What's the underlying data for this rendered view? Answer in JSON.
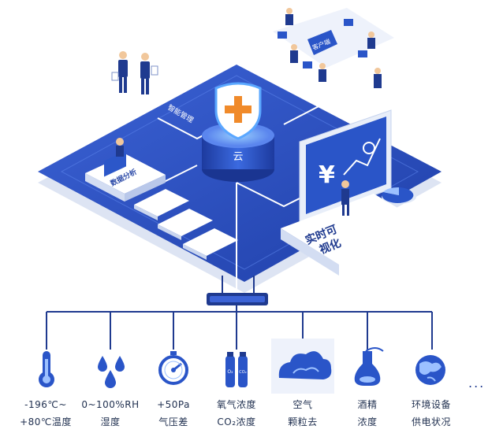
{
  "hub": {
    "cloud_label": "云",
    "panel_left_label": "数据分析",
    "panel_right_label": "实时可视化",
    "path_label": "智能管理",
    "room_sign": "客户端",
    "currency_symbol": "¥"
  },
  "sensors": [
    {
      "id": "temperature",
      "icon": "thermometer-icon",
      "line1": "-196℃~",
      "line2": "+80℃温度"
    },
    {
      "id": "humidity",
      "icon": "water-drops-icon",
      "line1": "0~100%RH",
      "line2": "湿度"
    },
    {
      "id": "pressure",
      "icon": "gauge-icon",
      "line1": "+50Pa",
      "line2": "气压差"
    },
    {
      "id": "gas",
      "icon": "gas-cylinder-icon",
      "line1": "氧气浓度",
      "line2": "CO₂浓度",
      "cyl_left": "O₂",
      "cyl_right": "CO₂"
    },
    {
      "id": "air",
      "icon": "cloud-icon",
      "line1": "空气",
      "line2": "颗粒去"
    },
    {
      "id": "alcohol",
      "icon": "flask-icon",
      "line1": "酒精",
      "line2": "浓度"
    },
    {
      "id": "environment",
      "icon": "globe-icon",
      "line1": "环境设备",
      "line2": "供电状况"
    }
  ],
  "more": "..."
}
